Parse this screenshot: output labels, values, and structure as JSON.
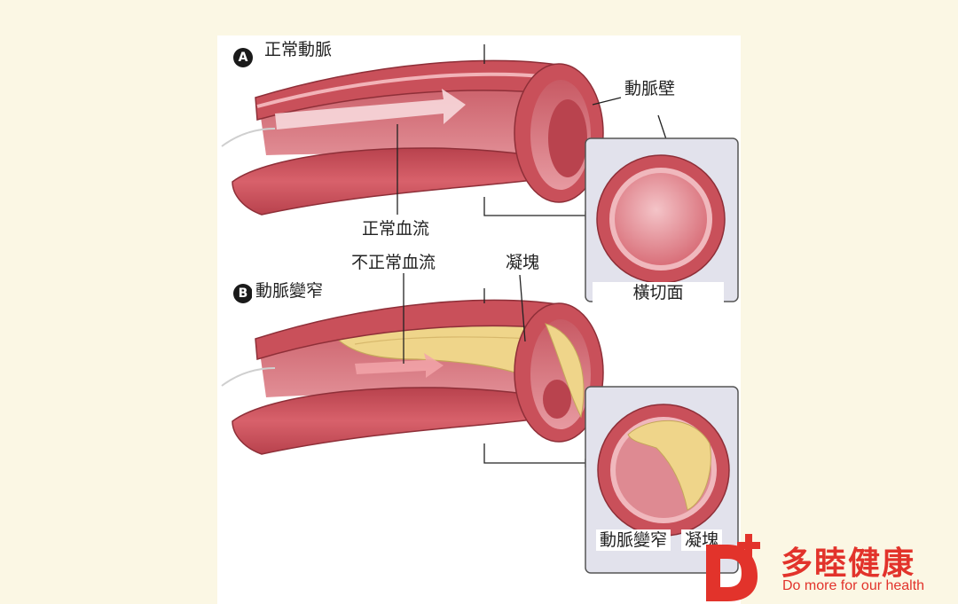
{
  "section_a": {
    "badge": "A",
    "title": "正常動脈",
    "wall_label": "動脈壁",
    "flow_label": "正常血流",
    "cross_section_label": "橫切面"
  },
  "section_b": {
    "badge": "B",
    "title": "動脈變窄",
    "flow_label": "不正常血流",
    "plaque_label": "凝塊",
    "narrowed_label": "動脈變窄",
    "plaque_label_cross": "凝塊"
  },
  "brand": {
    "name": "多睦健康",
    "slogan": "Do more for our health",
    "color": "#e2332b"
  },
  "colors": {
    "artery_outer": "#c9505a",
    "artery_inner": "#e58a93",
    "plaque": "#efd58a",
    "panel_bg": "#e2e2ec",
    "background": "#fbf7e4"
  }
}
